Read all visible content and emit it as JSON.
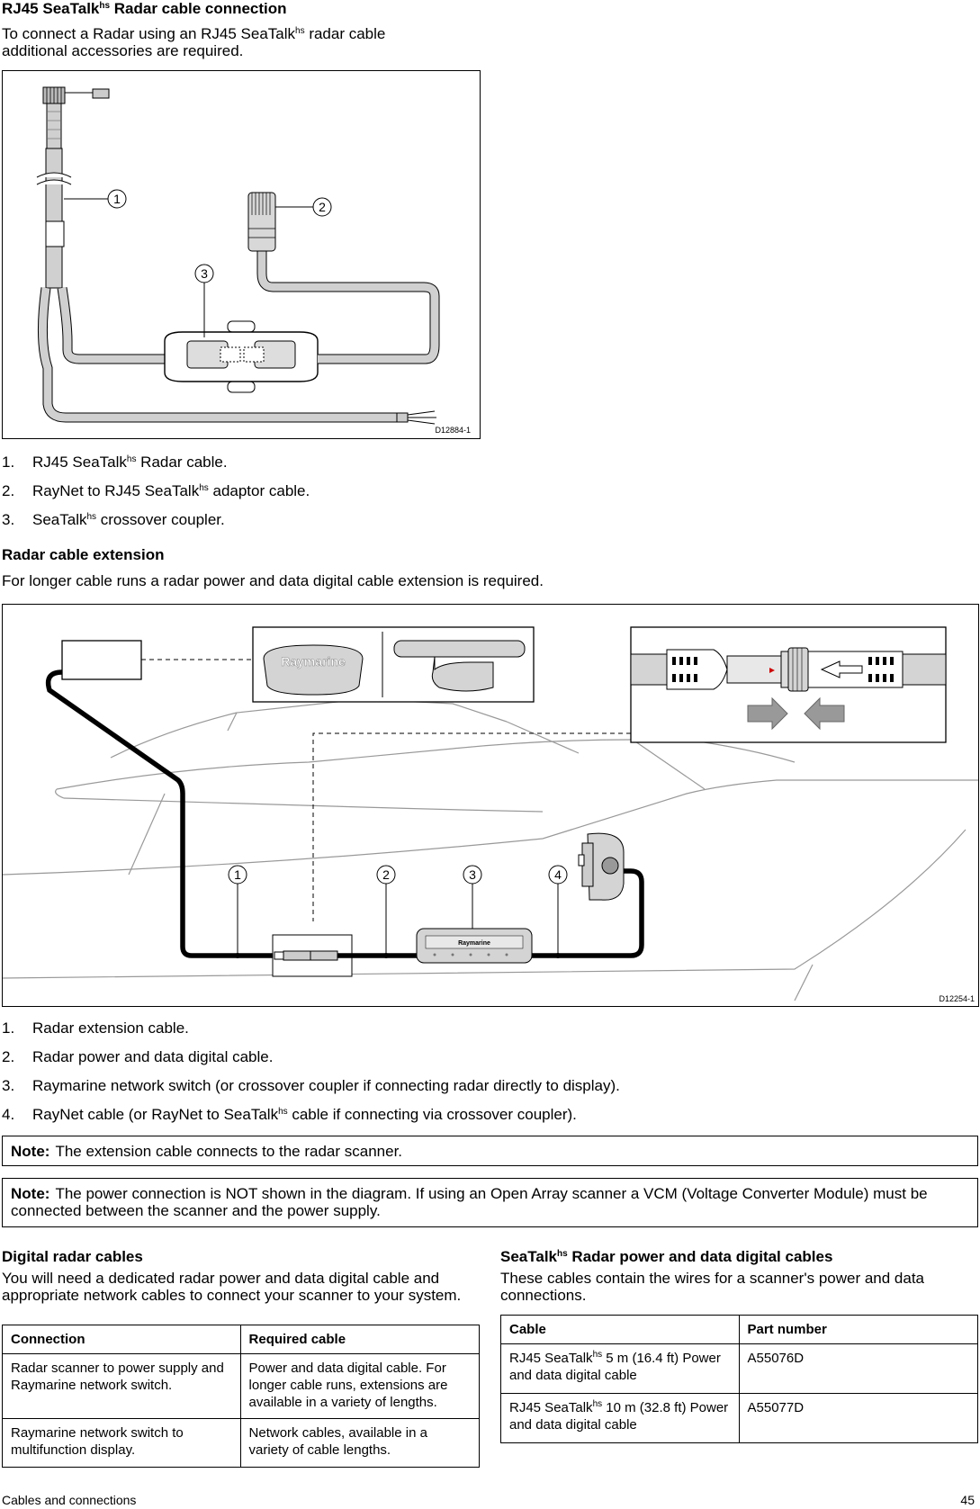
{
  "section1": {
    "title_pre": "RJ45 SeaTalk",
    "title_sup": "hs",
    "title_post": " Radar cable connection",
    "intro_line1_pre": "To connect a Radar using an RJ45 SeaTalk",
    "intro_line1_sup": "hs",
    "intro_line1_post": " radar cable",
    "intro_line2": "additional accessories are required.",
    "figure_id": "D12884-1",
    "callouts": [
      "1",
      "2",
      "3"
    ],
    "items": [
      {
        "num": "1.",
        "pre": "RJ45 SeaTalk",
        "sup": "hs",
        "post": " Radar cable."
      },
      {
        "num": "2.",
        "pre": "RayNet to RJ45 SeaTalk",
        "sup": "hs",
        "post": " adaptor cable."
      },
      {
        "num": "3.",
        "pre": "SeaTalk",
        "sup": "hs",
        "post": " crossover coupler."
      }
    ]
  },
  "section2": {
    "title": "Radar cable extension",
    "intro": "For longer cable runs a radar power and data digital cable extension is required.",
    "figure_id": "D12254-1",
    "brand_label": "Raymarine",
    "switch_label": "Raymarine",
    "callouts": [
      "1",
      "2",
      "3",
      "4"
    ],
    "items": [
      {
        "num": "1.",
        "pre": "Radar extension cable.",
        "sup": "",
        "post": ""
      },
      {
        "num": "2.",
        "pre": "Radar power and data digital cable.",
        "sup": "",
        "post": ""
      },
      {
        "num": "3.",
        "pre": "Raymarine network switch (or crossover coupler if connecting radar directly to display).",
        "sup": "",
        "post": ""
      },
      {
        "num": "4.",
        "pre": "RayNet cable (or RayNet to SeaTalk",
        "sup": "hs",
        "post": " cable if connecting via crossover coupler)."
      }
    ]
  },
  "notes": [
    {
      "label": "Note:",
      "text": "The extension cable connects to the radar scanner."
    },
    {
      "label": "Note:",
      "text": "The power connection is NOT shown in the diagram. If using an Open Array scanner a VCM (Voltage Converter Module) must be connected between the scanner and the power supply."
    }
  ],
  "digital": {
    "title": "Digital radar cables",
    "intro": "You will need a dedicated radar power and data digital cable and appropriate network cables to connect your scanner to your system.",
    "headers": [
      "Connection",
      "Required cable"
    ],
    "rows": [
      [
        "Radar scanner to power supply and Raymarine network switch.",
        "Power and data digital cable. For longer cable runs, extensions are available in a variety of lengths."
      ],
      [
        "Raymarine network switch to multifunction display.",
        "Network cables, available in a variety of cable lengths."
      ]
    ]
  },
  "seatalk": {
    "title_pre": "SeaTalk",
    "title_sup": "hs",
    "title_post": " Radar power and data digital cables",
    "intro": "These cables contain the wires for a scanner's power and data connections.",
    "headers": [
      "Cable",
      "Part number"
    ],
    "rows": [
      {
        "pre": "RJ45 SeaTalk",
        "sup": "hs",
        "post": " 5 m (16.4 ft) Power and data digital cable",
        "part": "A55076D"
      },
      {
        "pre": "RJ45 SeaTalk",
        "sup": "hs",
        "post": " 10 m (32.8 ft) Power and data digital cable",
        "part": "A55077D"
      }
    ]
  },
  "footer": {
    "left": "Cables and connections",
    "page": "45"
  }
}
